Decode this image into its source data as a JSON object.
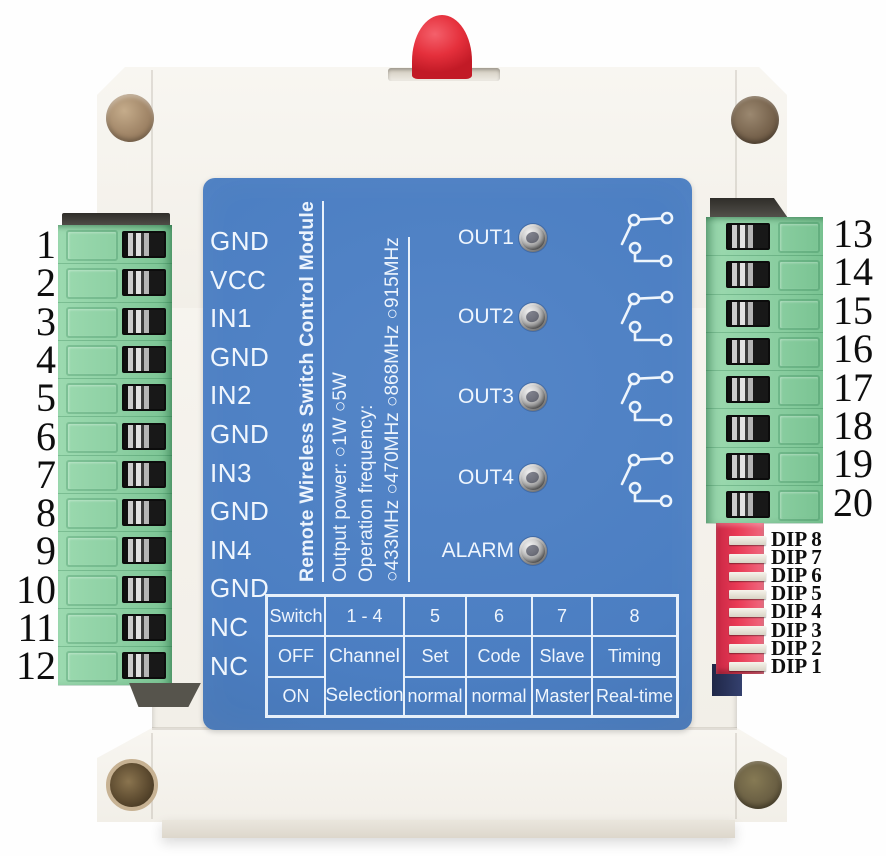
{
  "title_block": {
    "title": "Remote Wireless Switch Control Module",
    "output_power": "Output power: ○1W  ○5W",
    "frequency_label": "Operation frequency:",
    "frequency_options": "○433MHz ○470MHz ○868MHz ○915MHz"
  },
  "left_terminal": {
    "numbers": [
      "1",
      "2",
      "3",
      "4",
      "5",
      "6",
      "7",
      "8",
      "9",
      "10",
      "11",
      "12"
    ],
    "pin_labels": [
      "GND",
      "VCC",
      "IN1",
      "GND",
      "IN2",
      "GND",
      "IN3",
      "GND",
      "IN4",
      "GND",
      "NC",
      "NC"
    ]
  },
  "right_terminal": {
    "numbers": [
      "13",
      "14",
      "15",
      "16",
      "17",
      "18",
      "19",
      "20"
    ]
  },
  "indicators": {
    "outputs": [
      "OUT1",
      "OUT2",
      "OUT3",
      "OUT4"
    ],
    "alarm": "ALARM"
  },
  "dip_switch": {
    "labels": [
      "DIP 8",
      "DIP 7",
      "DIP 6",
      "DIP 5",
      "DIP 4",
      "DIP 3",
      "DIP 2",
      "DIP 1"
    ]
  },
  "dip_table": {
    "header": [
      "Switch",
      "1 - 4",
      "5",
      "6",
      "7",
      "8"
    ],
    "off_row": [
      "OFF",
      "Set",
      "Code",
      "Slave",
      "Timing"
    ],
    "on_row": [
      "ON",
      "normal",
      "normal",
      "Master",
      "Real-time"
    ],
    "channel_cell": [
      "Channel",
      "Selection"
    ]
  },
  "colors": {
    "panel_blue": "#4b7ec2",
    "terminal_green": "#8ccfa2",
    "dip_red": "#e93a55",
    "antenna_red": "#e5303c",
    "table_line": "#e7f0fa"
  }
}
